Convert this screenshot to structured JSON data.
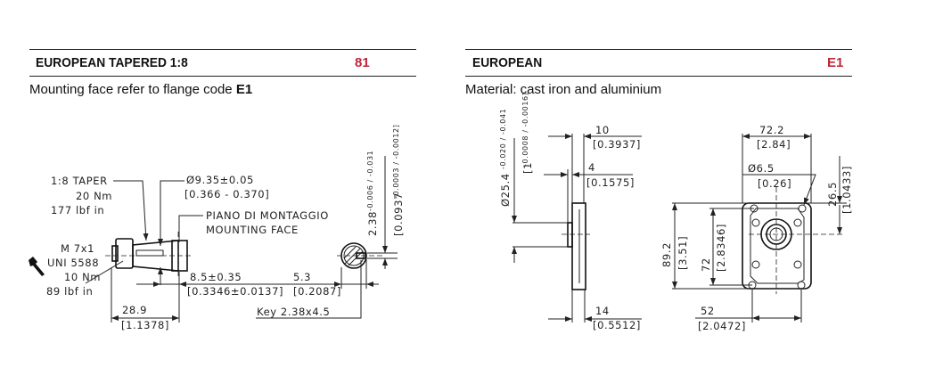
{
  "left": {
    "title": "EUROPEAN TAPERED 1:8",
    "code": "81",
    "subtitle_prefix": "Mounting face refer to flange code ",
    "subtitle_code": "E1",
    "labels": {
      "taper": "1:8 TAPER",
      "taper_torque_nm": "20 Nm",
      "taper_torque_lbf": "177 lbf in",
      "diameter": "Ø9.35±0.05",
      "diameter_in": "[0.366 - 0.370]",
      "mounting_it": "PIANO DI MONTAGGIO",
      "mounting_en": "MOUNTING FACE",
      "thread": "M 7x1",
      "thread_std": "UNI 5588",
      "nut_torque_nm": "10 Nm",
      "nut_torque_lbf": "89 lbf in",
      "dim_8_5": "8.5±0.35",
      "dim_8_5_in": "[0.3346±0.0137]",
      "dim_5_3": "5.3",
      "dim_5_3_in": "[0.2087]",
      "dim_28_9": "28.9",
      "dim_28_9_in": "[1.1378]",
      "key": "Key 2.38x4.5",
      "key_width": "2.38",
      "key_width_tol": "-0.006 / -0.031",
      "key_width_in": "[0.0937",
      "key_width_in_tol": "-0.0003 / -0.0012]"
    }
  },
  "right": {
    "title": "EUROPEAN",
    "code": "E1",
    "subtitle": "Material: cast iron and aluminium",
    "labels": {
      "dim_10": "10",
      "dim_10_in": "[0.3937]",
      "dim_4": "4",
      "dim_4_in": "[0.1575]",
      "dim_14": "14",
      "dim_14_in": "[0.5512]",
      "pilot": "Ø25.4",
      "pilot_tol": "-0.020 / -0.041",
      "pilot_in": "[1",
      "pilot_in_tol": "-0.0008 / -0.0016]",
      "dim_72_2": "72.2",
      "dim_72_2_in": "[2.84]",
      "hole": "Ø6.5",
      "hole_in": "[0.26]",
      "dim_26_5": "26.5",
      "dim_26_5_in": "[1.0433]",
      "dim_89_2": "89.2",
      "dim_89_2_in": "[3.51]",
      "dim_72": "72",
      "dim_72_in": "[2.8346]",
      "dim_52": "52",
      "dim_52_in": "[2.0472]"
    }
  },
  "colors": {
    "accent": "#c0263a",
    "ink": "#222222"
  }
}
